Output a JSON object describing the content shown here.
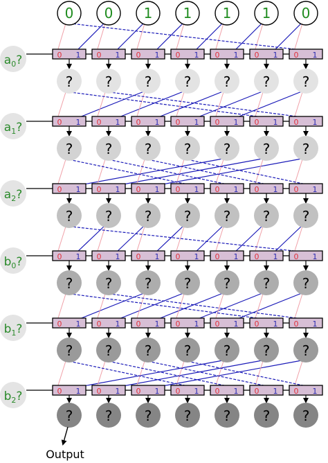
{
  "inputs": [
    "0",
    "0",
    "1",
    "1",
    "1",
    "1",
    "0"
  ],
  "unknown_symbol": "?",
  "mux": {
    "zero_label": "0",
    "one_label": "1"
  },
  "rows": [
    {
      "base": "a",
      "sub": "0",
      "suffix": "?",
      "node_fill": "#e3e3e3"
    },
    {
      "base": "a",
      "sub": "1",
      "suffix": "?",
      "node_fill": "#d3d3d3"
    },
    {
      "base": "a",
      "sub": "2",
      "suffix": "?",
      "node_fill": "#c1c1c1"
    },
    {
      "base": "b",
      "sub": "0",
      "suffix": "?",
      "node_fill": "#adadad"
    },
    {
      "base": "b",
      "sub": "1",
      "suffix": "?",
      "node_fill": "#9a9a9a"
    },
    {
      "base": "b",
      "sub": "2",
      "suffix": "?",
      "node_fill": "#858585"
    }
  ],
  "output_label": "Output",
  "colors": {
    "input_text": "#1f8c1f",
    "row_label_text": "#2a8a2a",
    "row_label_fill": "#e4e4e4",
    "mux_fill": "#d7bfd6",
    "zero_text": "#e0303a",
    "one_text": "#2a2ab0",
    "zero_line": "#f0a0a8",
    "one_line": "#1a1ab8"
  }
}
